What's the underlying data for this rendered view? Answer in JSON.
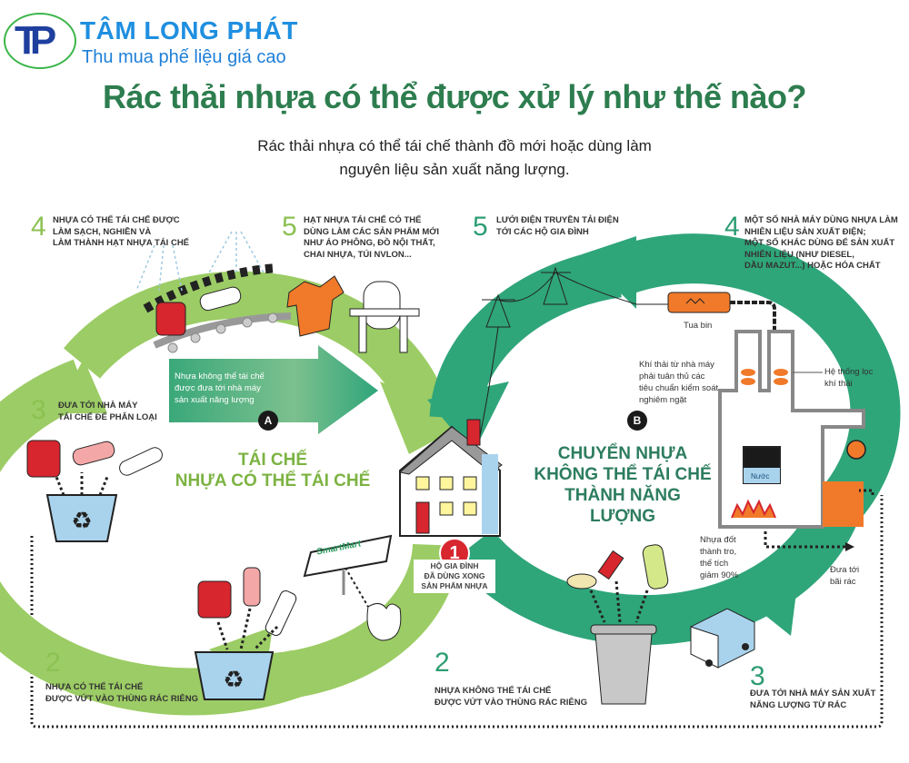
{
  "brand": {
    "logo_letters": "TP",
    "name": "TÂM LONG PHÁT",
    "tagline": "Thu mua phế liệu giá cao"
  },
  "header": {
    "title": "Rác thải nhựa có thể được xử lý như thế nào?",
    "subtitle_line1": "Rác thải nhựa có thể tái chế thành đồ mới hoặc dùng làm",
    "subtitle_line2": "nguyên liệu sản xuất năng lượng."
  },
  "colors": {
    "recycle_green": "#8cc152",
    "energy_green": "#2fa57a",
    "title_green": "#2d7d4f",
    "brand_blue": "#1f8fe0",
    "accent_red": "#d7262e",
    "accent_orange": "#f07a2a"
  },
  "center": {
    "step_number": "1",
    "label_line1": "HỘ GIA ĐÌNH",
    "label_line2": "ĐÃ DÙNG XONG",
    "label_line3": "SẢN PHẨM NHỰA"
  },
  "recycle_cycle": {
    "title_line1": "TÁI CHẾ",
    "title_line2": "NHỰA CÓ THỂ TÁI CHẾ",
    "steps": [
      {
        "number": "2",
        "lines": [
          "NHỰA CÓ THỂ TÁI CHẾ",
          "ĐƯỢC VỨT VÀO THÙNG RÁC RIÊNG"
        ]
      },
      {
        "number": "3",
        "lines": [
          "ĐƯA TỚI NHÀ MÁY",
          "TÁI CHẾ ĐỂ PHÂN LOẠI"
        ]
      },
      {
        "number": "4",
        "lines": [
          "NHỰA CÓ THỂ TÁI CHẾ ĐƯỢC",
          "LÀM SẠCH, NGHIỀN VÀ",
          "LÀM THÀNH HẠT NHỰA TÁI CHẾ"
        ]
      },
      {
        "number": "5",
        "lines": [
          "HẠT NHỰA TÁI CHẾ CÓ THỂ",
          "DÙNG LÀM CÁC SẢN PHẨM MỚI",
          "NHƯ ÁO PHÔNG, ĐỒ NỘI THẤT,",
          "CHAI NHỰA, TÚI NVLON..."
        ]
      }
    ],
    "store_sign": "SmartMart"
  },
  "arrow_a": {
    "badge": "A",
    "lines": [
      "Nhựa không thể tái chế",
      "được đưa tới nhà máy",
      "sản xuất năng lượng"
    ]
  },
  "energy_cycle": {
    "badge": "B",
    "title_line1": "CHUYỂN NHỰA",
    "title_line2": "KHÔNG THỂ TÁI CHẾ",
    "title_line3": "THÀNH NĂNG LƯỢNG",
    "steps": [
      {
        "number": "2",
        "lines": [
          "NHỰA KHÔNG THỂ TÁI CHẾ",
          "ĐƯỢC VỨT VÀO THÙNG RÁC RIÊNG"
        ]
      },
      {
        "number": "3",
        "lines": [
          "ĐƯA TỚI NHÀ MÁY SẢN XUẤT",
          "NĂNG LƯỢNG TỪ RÁC"
        ]
      },
      {
        "number": "4",
        "lines": [
          "MỘT SỐ NHÀ MÁY DÙNG NHỰA LÀM",
          "NHIÊN LIỆU SẢN XUẤT ĐIỆN;",
          "MỘT SỐ KHÁC DÙNG ĐỂ SẢN XUẤT",
          "NHIÊN LIỆU (NHƯ DIESEL,",
          "DẦU MAZUT...) HOẶC HÓA CHẤT"
        ]
      },
      {
        "number": "5",
        "lines": [
          "LƯỚI ĐIỆN TRUYỀN TẢI ĐIỆN",
          "TỚI CÁC HỘ GIA ĐÌNH"
        ]
      }
    ],
    "plant_labels": {
      "turbine": "Tua bin",
      "emissions": [
        "Khí thải từ nhà máy",
        "phải tuân thủ các",
        "tiêu chuẩn kiểm soát",
        "nghiêm ngặt"
      ],
      "filter": [
        "Hệ thống lọc",
        "khí thải"
      ],
      "water": "Nước",
      "ash": [
        "Nhựa đốt",
        "thành tro,",
        "thể tích",
        "giảm 90%"
      ],
      "landfill": [
        "Đưa tới",
        "bãi rác"
      ]
    }
  }
}
